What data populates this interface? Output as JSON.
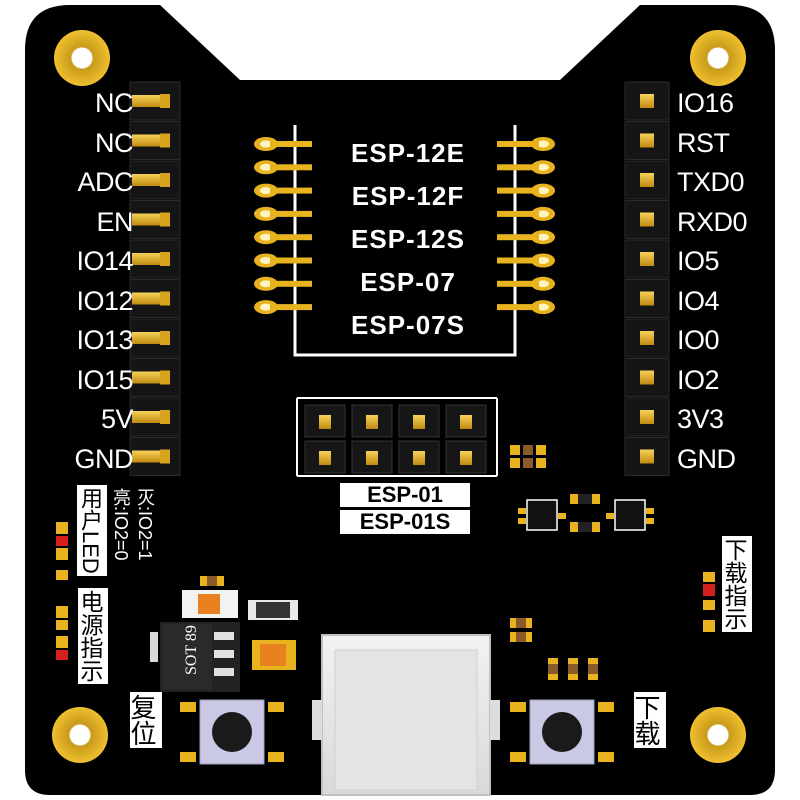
{
  "left_pins": [
    "NC",
    "NC",
    "ADC",
    "EN",
    "IO14",
    "IO12",
    "IO13",
    "IO15",
    "5V",
    "GND"
  ],
  "right_pins": [
    "IO16",
    "RST",
    "TXD0",
    "RXD0",
    "IO5",
    "IO4",
    "IO0",
    "IO2",
    "3V3",
    "GND"
  ],
  "module_labels": [
    "ESP-12E",
    "ESP-12F",
    "ESP-12S",
    "ESP-07",
    "ESP-07S"
  ],
  "esp01_labels": [
    "ESP-01",
    "ESP-01S"
  ],
  "user_led_label": "用户LED",
  "led_state_on": "亮:IO2=0",
  "led_state_off": "灭:IO2=1",
  "power_indicator_label": "电源指示",
  "download_indicator_label": "下载指示",
  "reset_label": "复位",
  "download_label": "下载",
  "regulator_marking": "SOT 89",
  "colors": {
    "board": "#000000",
    "gold": "#e8b31e",
    "silk": "#ffffff",
    "button": "#c9c9e6"
  }
}
